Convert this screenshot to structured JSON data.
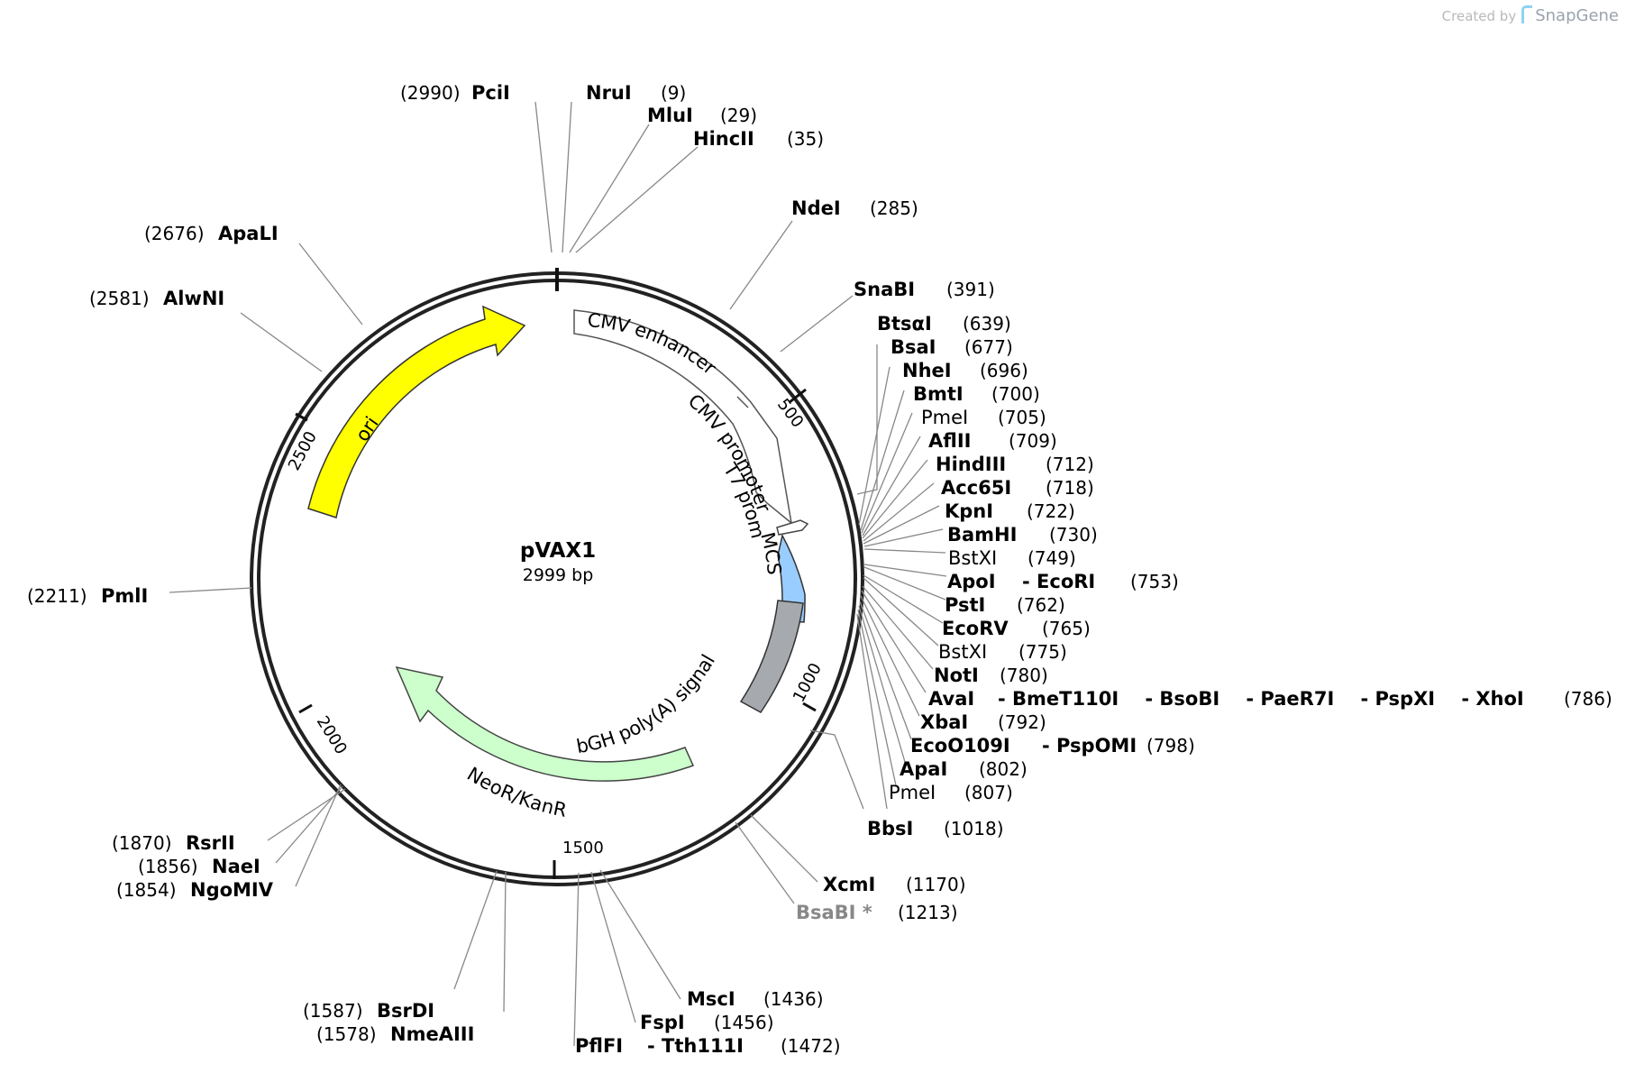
{
  "credit": {
    "created_by": "Created by",
    "brand": "SnapGene"
  },
  "plasmid": {
    "name": "pVAX1",
    "size_text": "2999 bp",
    "length": 2999
  },
  "ticks": [
    "500",
    "1000",
    "1500",
    "2000",
    "2500"
  ],
  "features": [
    {
      "name": "ori",
      "color": "#ffff00"
    },
    {
      "name": "CMV enhancer",
      "color": "#ffffff"
    },
    {
      "name": "CMV promoter",
      "color": "#ffffff"
    },
    {
      "name": "T7 promoter",
      "color": "#ffffff"
    },
    {
      "name": "MCS",
      "color": "#99ccff"
    },
    {
      "name": "bGH poly(A) signal",
      "color": "#a6a9ae"
    },
    {
      "name": "NeoR/KanR",
      "color": "#ccffcc"
    }
  ],
  "sites": [
    {
      "name": "PciI",
      "pos": "(2990)"
    },
    {
      "name": "NruI",
      "pos": "(9)"
    },
    {
      "name": "MluI",
      "pos": "(29)"
    },
    {
      "name": "HincII",
      "pos": "(35)"
    },
    {
      "name": "NdeI",
      "pos": "(285)"
    },
    {
      "name": "SnaBI",
      "pos": "(391)"
    },
    {
      "name": "BtsαI",
      "pos": "(639)"
    },
    {
      "name": "BsaI",
      "pos": "(677)"
    },
    {
      "name": "NheI",
      "pos": "(696)"
    },
    {
      "name": "BmtI",
      "pos": "(700)"
    },
    {
      "name": "PmeI",
      "pos": "(705)"
    },
    {
      "name": "AflII",
      "pos": "(709)"
    },
    {
      "name": "HindIII",
      "pos": "(712)"
    },
    {
      "name": "Acc65I",
      "pos": "(718)"
    },
    {
      "name": "KpnI",
      "pos": "(722)"
    },
    {
      "name": "BamHI",
      "pos": "(730)"
    },
    {
      "name": "BstXI",
      "pos": "(749)"
    },
    {
      "name": "ApoI",
      "extra": "- EcoRI",
      "pos": "(753)"
    },
    {
      "name": "PstI",
      "pos": "(762)"
    },
    {
      "name": "EcoRV",
      "pos": "(765)"
    },
    {
      "name": "BstXI",
      "pos": "(775)"
    },
    {
      "name": "NotI",
      "pos": "(780)"
    },
    {
      "name": "AvaI",
      "extra": "- BmeT110I    - BsoBI    - PaeR7I    - PspXI    - XhoI",
      "pos": "(786)"
    },
    {
      "name": "XbaI",
      "pos": "(792)"
    },
    {
      "name": "EcoO109I",
      "extra": "- PspOMI",
      "pos": "(798)"
    },
    {
      "name": "ApaI",
      "pos": "(802)"
    },
    {
      "name": "PmeI",
      "pos": "(807)"
    },
    {
      "name": "BbsI",
      "pos": "(1018)"
    },
    {
      "name": "XcmI",
      "pos": "(1170)"
    },
    {
      "name": "BsaBI *",
      "pos": "(1213)"
    },
    {
      "name": "MscI",
      "pos": "(1436)"
    },
    {
      "name": "FspI",
      "pos": "(1456)"
    },
    {
      "name": "PflFI",
      "extra": "- Tth111I",
      "pos": "(1472)"
    },
    {
      "name": "BsrDI",
      "pos": "(1587)"
    },
    {
      "name": "NmeAIII",
      "pos": "(1578)"
    },
    {
      "name": "RsrII",
      "pos": "(1870)"
    },
    {
      "name": "NaeI",
      "pos": "(1856)"
    },
    {
      "name": "NgoMIV",
      "pos": "(1854)"
    },
    {
      "name": "PmlI",
      "pos": "(2211)"
    },
    {
      "name": "AlwNI",
      "pos": "(2581)"
    },
    {
      "name": "ApaLI",
      "pos": "(2676)"
    }
  ]
}
